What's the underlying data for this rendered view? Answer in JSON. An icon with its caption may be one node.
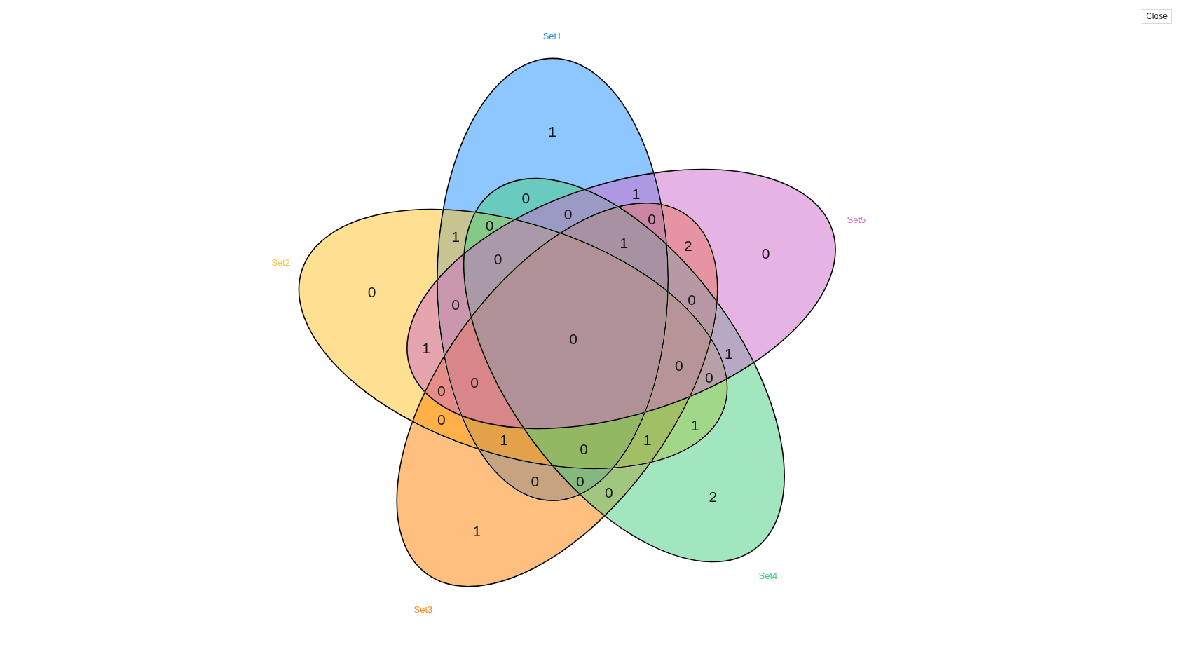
{
  "diagram": {
    "nodes": [
      {
        "text": [
          "Set1"
        ]
      },
      {
        "text": [
          "Set2"
        ]
      },
      {
        "text": [
          "Set3"
        ]
      },
      {
        "text": [
          "Set4"
        ]
      },
      {
        "text": [
          "Set5"
        ]
      }
    ],
    "labels": [
      "Close",
      "1",
      "1",
      "0",
      "0",
      "0",
      "0",
      "1",
      "1",
      "2",
      "0",
      "0",
      "0",
      "0",
      "0",
      "0",
      "1",
      "1",
      "0",
      "0",
      "0",
      "0",
      "0",
      "1",
      "1",
      "1",
      "0",
      "0",
      "0",
      "0",
      "2",
      "1"
    ]
  }
}
